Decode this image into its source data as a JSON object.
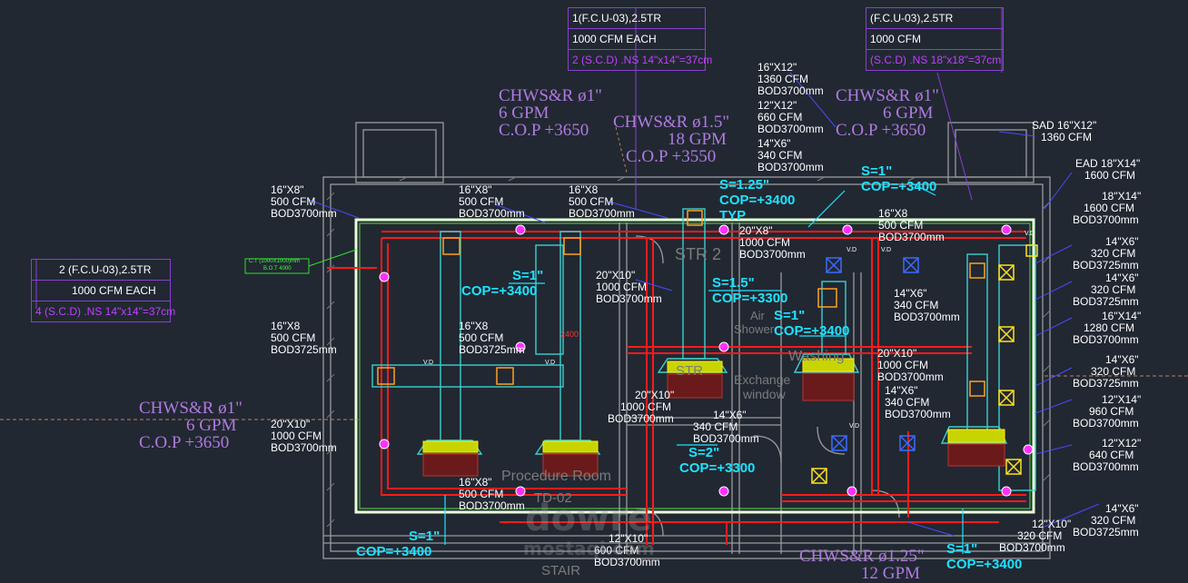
{
  "colors": {
    "background": "#212832",
    "wall": "#9a9a9a",
    "chws": "#ff1a1a",
    "annotation": "#b07ae0",
    "copnote": "#1de3ff",
    "duct": "#3ad0d0",
    "air_device": "#ffd400"
  },
  "boxes": [
    {
      "id": "fcu-top-center",
      "lines": [
        "1(F.C.U-03),2.5TR",
        "1000 CFM EACH",
        "2 (S.C.D) .NS 14\"x14\"=37cm"
      ]
    },
    {
      "id": "fcu-top-right",
      "lines": [
        "(F.C.U-03),2.5TR",
        "1000 CFM",
        "(S.C.D) .NS 18\"x18\"=37cm"
      ]
    },
    {
      "id": "fcu-left",
      "lines": [
        "2 (F.C.U-03),2.5TR",
        "1000 CFM EACH",
        "4 (S.C.D) .NS 14\"x14\"=37cm"
      ]
    }
  ],
  "chws_notes": [
    {
      "lines": [
        "CHWS&R ø1\"",
        "6 GPM",
        "C.O.P +3650"
      ]
    },
    {
      "lines": [
        "CHWS&R ø1.5\"",
        "18 GPM",
        "C.O.P +3550"
      ]
    },
    {
      "lines": [
        "CHWS&R ø1\"",
        "6 GPM",
        "C.O.P +3650"
      ]
    },
    {
      "lines": [
        "CHWS&R ø1\"",
        "6 GPM",
        "C.O.P +3650"
      ]
    },
    {
      "lines": [
        "CHWS&R ø1.25\"",
        "12 GPM"
      ]
    }
  ],
  "pipe_notes": [
    {
      "lines": [
        "S=1\"",
        "COP=+3400"
      ]
    },
    {
      "lines": [
        "S=1.25\"",
        "COP=+3400",
        "TYP"
      ]
    },
    {
      "lines": [
        "S=1\"",
        "COP=+3400"
      ]
    },
    {
      "lines": [
        "S=1.5\"",
        "COP=+3300"
      ]
    },
    {
      "lines": [
        "S=1\"",
        "COP=+3400"
      ]
    },
    {
      "lines": [
        "S=2\"",
        "COP=+3300"
      ]
    },
    {
      "lines": [
        "S=1\"",
        "COP=+3400"
      ]
    },
    {
      "lines": [
        "S=1\"",
        "COP=+3400"
      ]
    }
  ],
  "duct_labels": [
    {
      "lines": [
        "16\"X8\"",
        "500 CFM",
        "BOD3700mm"
      ]
    },
    {
      "lines": [
        "16\"X8\"",
        "500 CFM",
        "BOD3700mm"
      ]
    },
    {
      "lines": [
        "16\"X8",
        "500 CFM",
        "BOD3700mm"
      ]
    },
    {
      "lines": [
        "16\"X8",
        "500 CFM",
        "BOD3725mm"
      ]
    },
    {
      "lines": [
        "16\"X8",
        "500 CFM",
        "BOD3725mm"
      ]
    },
    {
      "lines": [
        "20\"X10\"",
        "1000 CFM",
        "BOD3700mm"
      ]
    },
    {
      "lines": [
        "20\"X10\"",
        "1000 CFM",
        "BOD3700mm"
      ]
    },
    {
      "lines": [
        "16\"X8\"",
        "500 CFM",
        "BOD3700mm"
      ]
    },
    {
      "lines": [
        "20\"X10\"",
        "1000 CFM",
        "BOD3700mm"
      ]
    },
    {
      "lines": [
        "14\"X6\"",
        "340 CFM",
        "BOD3700mm"
      ]
    },
    {
      "lines": [
        "12\"X10\"",
        "600 CFM",
        "BOD3700mm"
      ]
    },
    {
      "lines": [
        "16\"X12\"",
        "1360 CFM",
        "BOD3700mm"
      ]
    },
    {
      "lines": [
        "12\"X12\"",
        "660 CFM",
        "BOD3700mm"
      ]
    },
    {
      "lines": [
        "14\"X6\"",
        "340 CFM",
        "BOD3700mm"
      ]
    },
    {
      "lines": [
        "20\"X8\"",
        "1000 CFM",
        "BOD3700mm"
      ]
    },
    {
      "lines": [
        "16\"X8",
        "500 CFM",
        "BOD3700mm"
      ]
    },
    {
      "lines": [
        "14\"X6\"",
        "340 CFM",
        "BOD3700mm"
      ]
    },
    {
      "lines": [
        "20\"X10\"",
        "1000 CFM",
        "BOD3700mm"
      ]
    },
    {
      "lines": [
        "14\"X6\"",
        "340 CFM",
        "BOD3700mm"
      ]
    },
    {
      "lines": [
        "12\"X10\"",
        "320 CFM",
        "BOD3700mm"
      ]
    }
  ],
  "right_labels": [
    {
      "lines": [
        "SAD 16\"X12\"",
        "1360 CFM"
      ]
    },
    {
      "lines": [
        "EAD 18\"X14\"",
        "1600 CFM"
      ]
    },
    {
      "lines": [
        "18\"X14\"",
        "1600 CFM",
        "BOD3700mm"
      ]
    },
    {
      "lines": [
        "14\"X6\"",
        "320 CFM",
        "BOD3725mm"
      ]
    },
    {
      "lines": [
        "14\"X6\"",
        "320 CFM",
        "BOD3725mm"
      ]
    },
    {
      "lines": [
        "16\"X14\"",
        "1280 CFM",
        "BOD3700mm"
      ]
    },
    {
      "lines": [
        "14\"X6\"",
        "320 CFM",
        "BOD3725mm"
      ]
    },
    {
      "lines": [
        "12\"X14\"",
        "960 CFM",
        "BOD3700mm"
      ]
    },
    {
      "lines": [
        "12\"X12\"",
        "640 CFM",
        "BOD3700mm"
      ]
    },
    {
      "lines": [
        "14\"X6\"",
        "320 CFM",
        "BOD3725mm"
      ]
    }
  ],
  "rooms": [
    "STR 2",
    "Air",
    "Shower",
    "Washing",
    "STR",
    "Exchange",
    "window",
    "Procedure Room",
    "TD-02",
    "STAIR"
  ],
  "small_tags": [
    "C.T (1000X1000)mm",
    "B.O.T 4000",
    "V.D",
    "V.D",
    "V.D",
    "V.D",
    "V.D",
    "V.D",
    "2400"
  ],
  "watermark": [
    "dowre",
    "mostaqi.com"
  ]
}
